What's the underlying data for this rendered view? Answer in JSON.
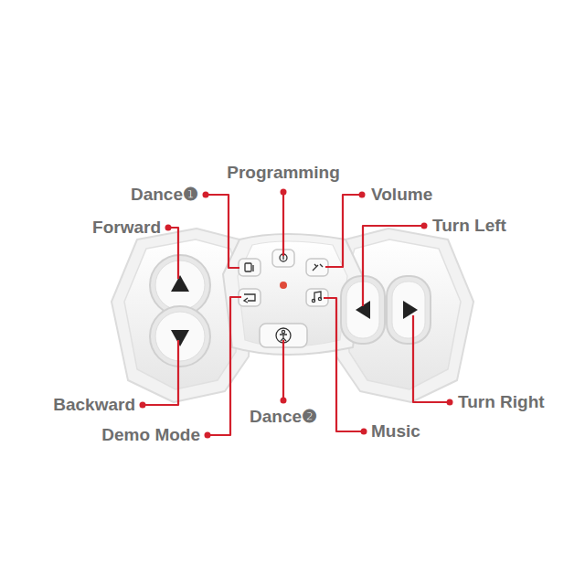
{
  "diagram": {
    "labels": [
      "Programming",
      "Dance❶",
      "Volume",
      "Forward",
      "Turn Left",
      "Backward",
      "Demo Mode",
      "Dance❷",
      "Music",
      "Turn Right"
    ]
  }
}
